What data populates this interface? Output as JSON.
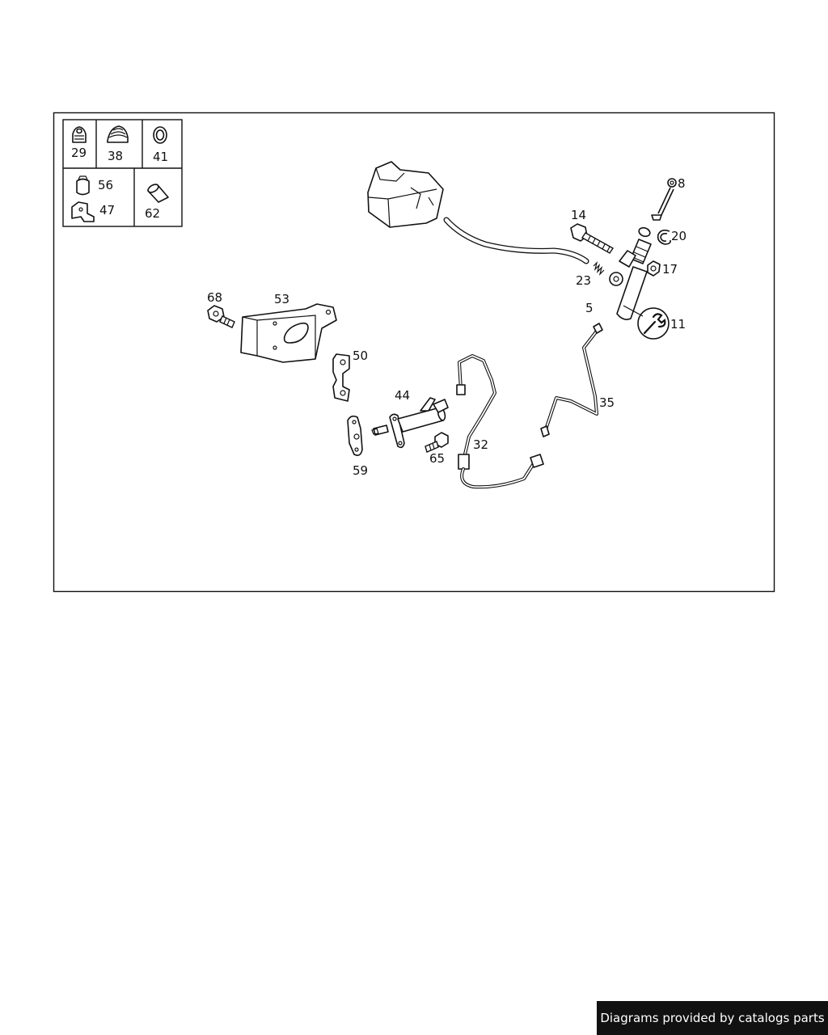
{
  "callouts": {
    "c29": "29",
    "c38": "38",
    "c41": "41",
    "c56": "56",
    "c47": "47",
    "c62": "62",
    "c8": "8",
    "c14": "14",
    "c20": "20",
    "c17": "17",
    "c23": "23",
    "c5": "5",
    "c11": "11",
    "c68": "68",
    "c53": "53",
    "c50": "50",
    "c44": "44",
    "c35": "35",
    "c32": "32",
    "c65": "65",
    "c59": "59"
  },
  "footer": {
    "text": "Diagrams provided by catalogs parts"
  },
  "icons": [
    "wrench-icon"
  ]
}
